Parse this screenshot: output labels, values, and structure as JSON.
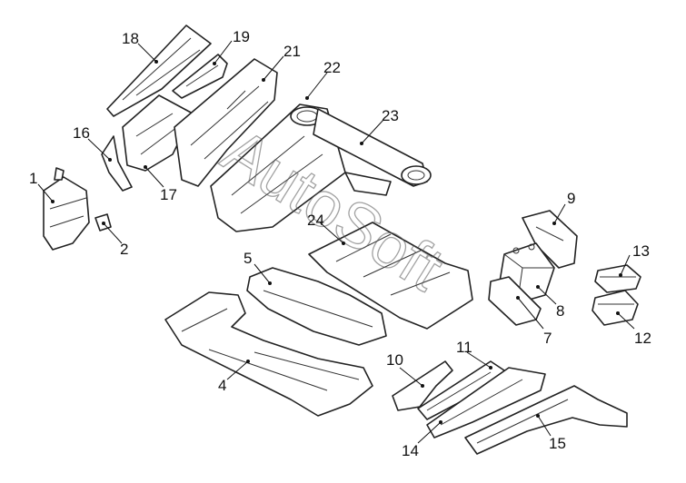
{
  "diagram": {
    "watermark": "AutoSoft",
    "callouts": [
      {
        "label": "1"
      },
      {
        "label": "2"
      },
      {
        "label": "4"
      },
      {
        "label": "5"
      },
      {
        "label": "7"
      },
      {
        "label": "8"
      },
      {
        "label": "9"
      },
      {
        "label": "10"
      },
      {
        "label": "11"
      },
      {
        "label": "12"
      },
      {
        "label": "13"
      },
      {
        "label": "14"
      },
      {
        "label": "15"
      },
      {
        "label": "16"
      },
      {
        "label": "17"
      },
      {
        "label": "18"
      },
      {
        "label": "19"
      },
      {
        "label": "21"
      },
      {
        "label": "22"
      },
      {
        "label": "23"
      },
      {
        "label": "24"
      }
    ]
  }
}
